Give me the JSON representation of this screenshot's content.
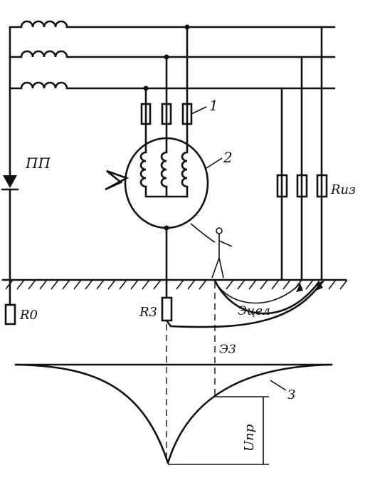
{
  "labels": {
    "diode": "ПП",
    "fuse_num": "1",
    "motor_num": "2",
    "r_insulation": "Rиз",
    "r_zero": "R0",
    "r_ground": "R3",
    "i_leak": "Эцел",
    "i_ground": "Э3",
    "potential_curve": "З",
    "u_touch": "Uпр"
  }
}
